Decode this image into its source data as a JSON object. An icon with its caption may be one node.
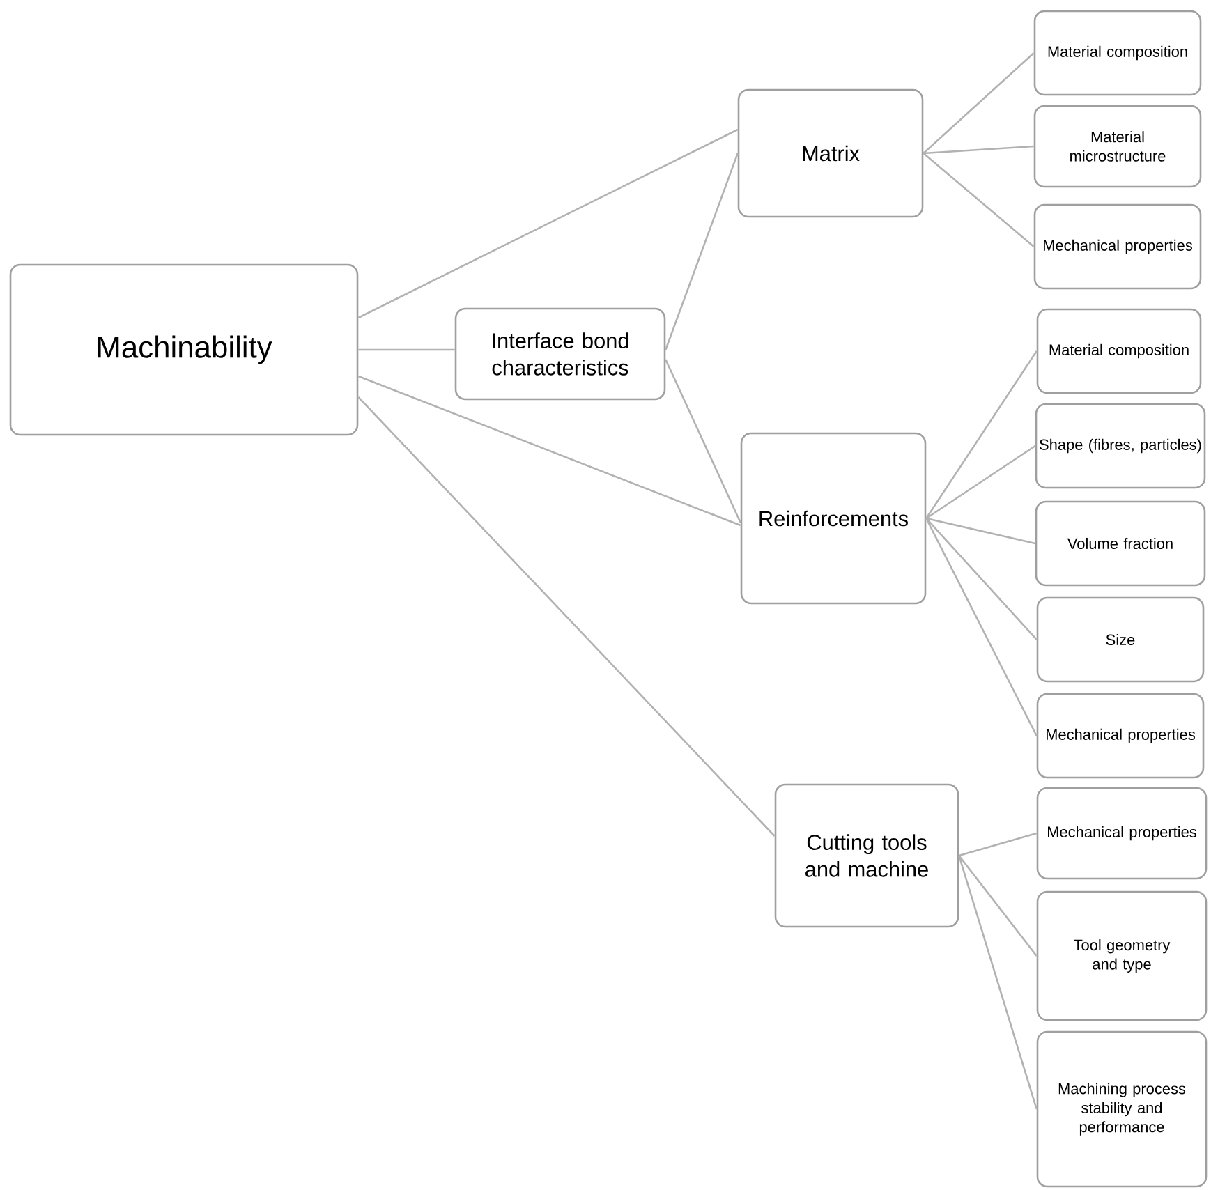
{
  "diagram": {
    "nodes": [
      {
        "text": [
          "Machinability"
        ]
      },
      {
        "text": [
          "Interface bond characteristics"
        ]
      },
      {
        "text": [
          "Matrix"
        ]
      },
      {
        "text": [
          "Material composition"
        ]
      },
      {
        "text": [
          "Material microstructure"
        ]
      },
      {
        "text": [
          "Mechanical properties"
        ]
      },
      {
        "text": [
          "Reinforcements"
        ]
      },
      {
        "text": [
          "Material composition"
        ]
      },
      {
        "text": [
          "Shape (fibres, particles)"
        ]
      },
      {
        "text": [
          "Volume fraction"
        ]
      },
      {
        "text": [
          "Size"
        ]
      },
      {
        "text": [
          "Mechanical properties"
        ]
      },
      {
        "text": [
          "Cutting tools and machine"
        ]
      },
      {
        "text": [
          "Mechanical properties"
        ]
      },
      {
        "text": [
          "Tool geometry and type"
        ]
      },
      {
        "text": [
          "Machining process stability and performance"
        ]
      }
    ],
    "edges": [
      {
        "from": 0,
        "to": 2,
        "arrow": "none"
      },
      {
        "from": 0,
        "to": 1,
        "arrow": "none"
      },
      {
        "from": 0,
        "to": 6,
        "arrow": "none"
      },
      {
        "from": 0,
        "to": 12,
        "arrow": "none"
      },
      {
        "from": 1,
        "to": 2,
        "arrow": "none"
      },
      {
        "from": 1,
        "to": 6,
        "arrow": "none"
      },
      {
        "from": 2,
        "to": 3,
        "arrow": "none"
      },
      {
        "from": 2,
        "to": 4,
        "arrow": "none"
      },
      {
        "from": 2,
        "to": 5,
        "arrow": "none"
      },
      {
        "from": 6,
        "to": 7,
        "arrow": "none"
      },
      {
        "from": 6,
        "to": 8,
        "arrow": "none"
      },
      {
        "from": 6,
        "to": 9,
        "arrow": "none"
      },
      {
        "from": 6,
        "to": 10,
        "arrow": "none"
      },
      {
        "from": 6,
        "to": 11,
        "arrow": "none"
      },
      {
        "from": 12,
        "to": 13,
        "arrow": "none"
      },
      {
        "from": 12,
        "to": 14,
        "arrow": "none"
      },
      {
        "from": 12,
        "to": 15,
        "arrow": "none"
      }
    ]
  }
}
